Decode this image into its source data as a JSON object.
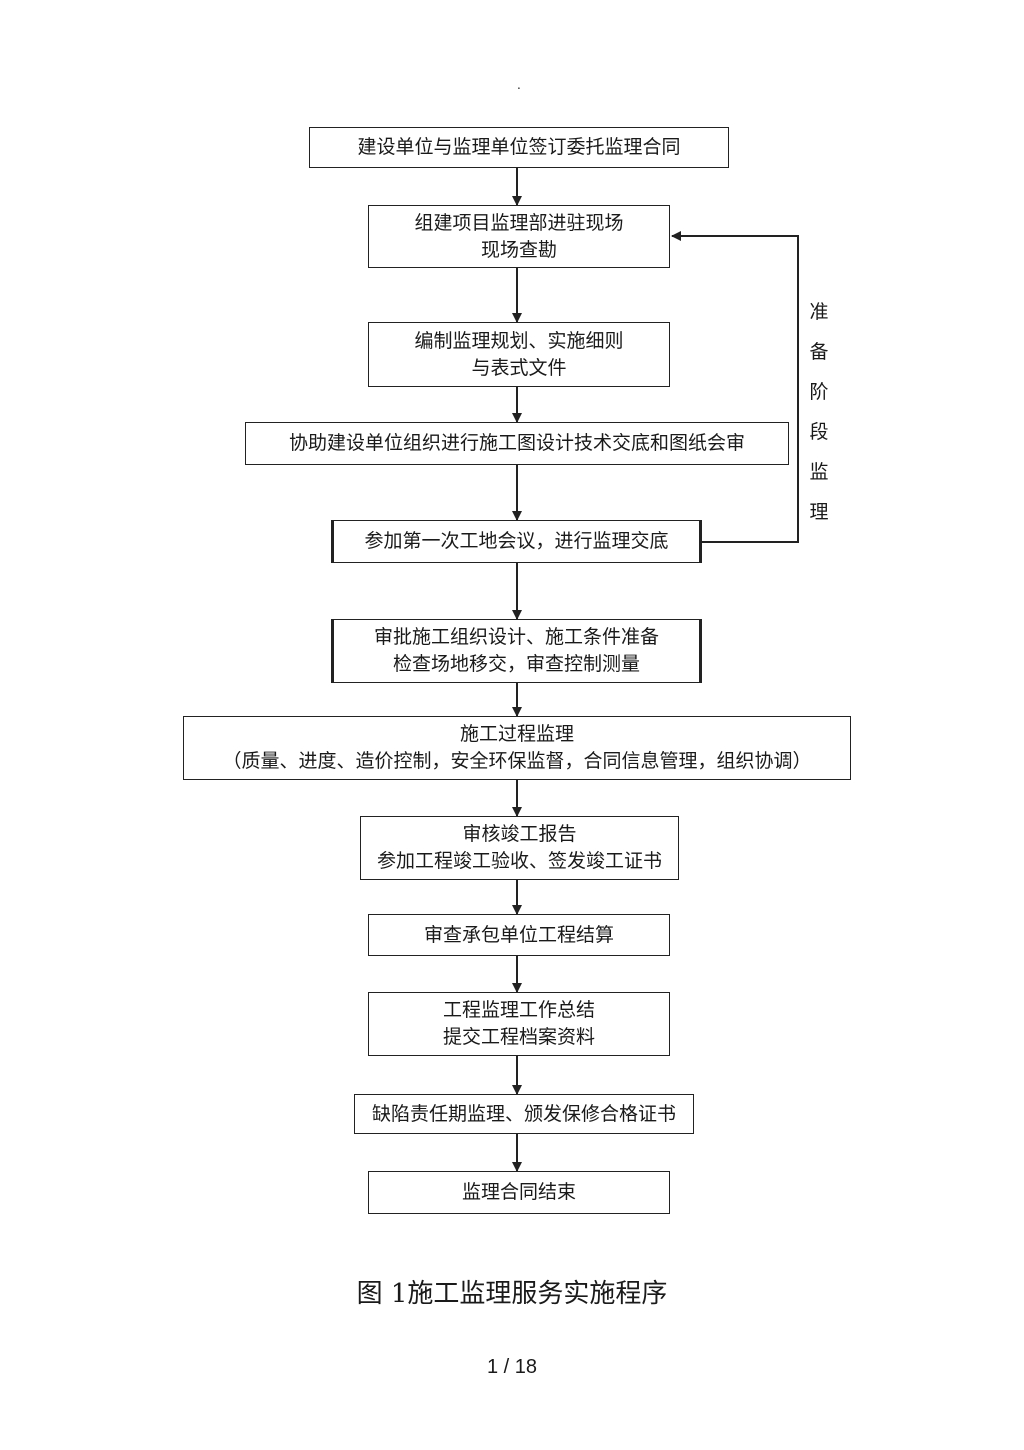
{
  "header": {
    "dot": "."
  },
  "flowchart": {
    "steps": [
      {
        "lines": [
          "建设单位与监理单位签订委托监理合同"
        ]
      },
      {
        "lines": [
          "组建项目监理部进驻现场",
          "现场查勘"
        ]
      },
      {
        "lines": [
          "编制监理规划、实施细则",
          "与表式文件"
        ]
      },
      {
        "lines": [
          "协助建设单位组织进行施工图设计技术交底和图纸会审"
        ]
      },
      {
        "lines": [
          "参加第一次工地会议，进行监理交底"
        ]
      },
      {
        "lines": [
          "审批施工组织设计、施工条件准备",
          "检查场地移交，审查控制测量"
        ]
      },
      {
        "lines": [
          "施工过程监理",
          "（质量、进度、造价控制，安全环保监督，合同信息管理，组织协调）"
        ]
      },
      {
        "lines": [
          "审核竣工报告",
          "参加工程竣工验收、签发竣工证书"
        ]
      },
      {
        "lines": [
          "审查承包单位工程结算"
        ]
      },
      {
        "lines": [
          "工程监理工作总结",
          "提交工程档案资料"
        ]
      },
      {
        "lines": [
          "缺陷责任期监理、颁发保修合格证书"
        ]
      },
      {
        "lines": [
          "监理合同结束"
        ]
      }
    ],
    "side_label": "准备阶段监理"
  },
  "caption": "图 1施工监理服务实施程序",
  "page_number": "1 / 18"
}
